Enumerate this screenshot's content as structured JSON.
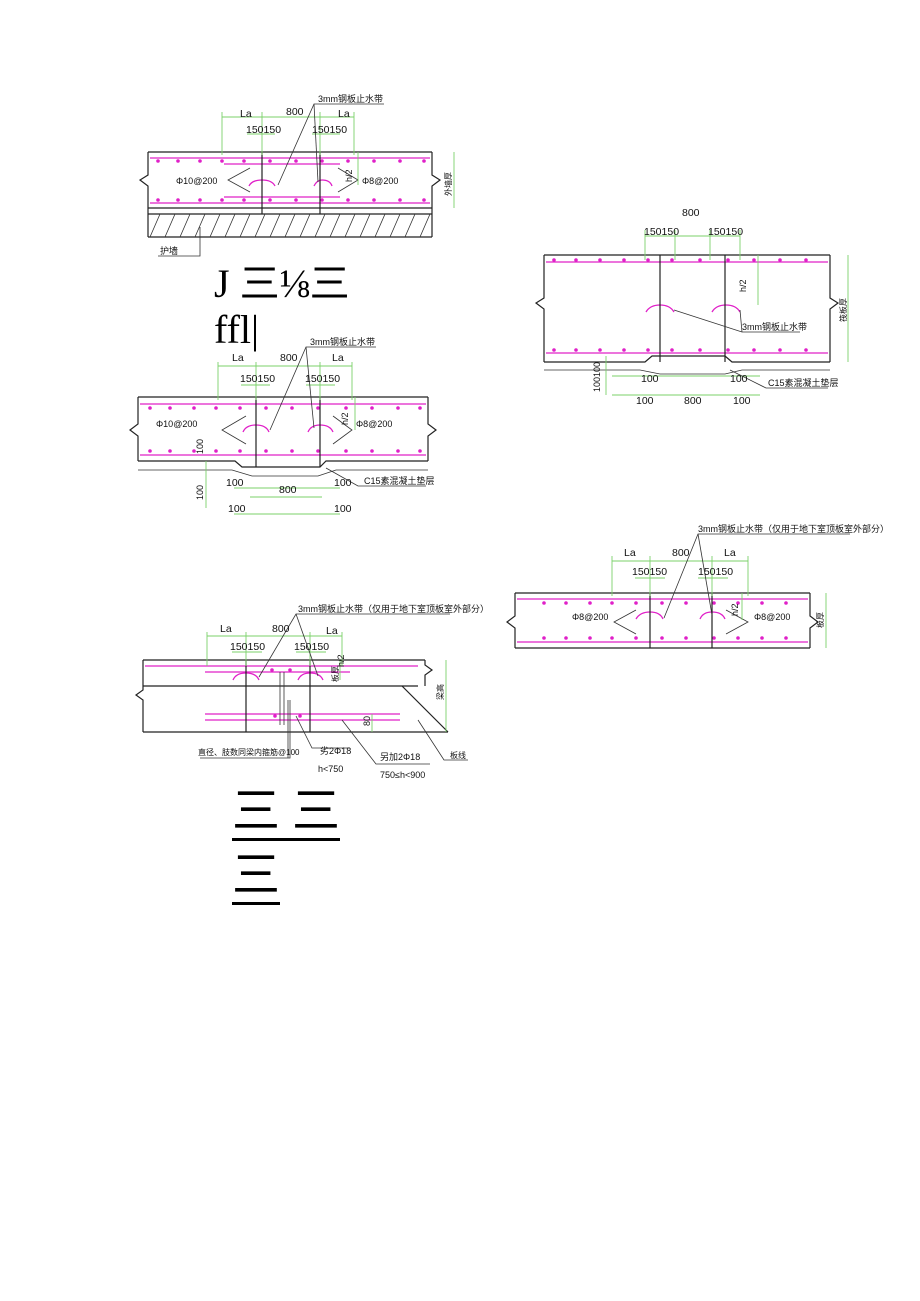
{
  "detail1": {
    "callout": "3mm钢板止水带",
    "la_left": "La",
    "span": "800",
    "la_right": "La",
    "dim_left": "150150",
    "dim_right": "150150",
    "rebar_left": "Φ10@200",
    "rebar_right": "Φ8@200",
    "half_h": "h/2",
    "side_note": "外墙厚",
    "wall_label": "护墙"
  },
  "garbled": {
    "line1": "J 三⅛三",
    "line2": "ffl|"
  },
  "detail2": {
    "top_800": "800",
    "dim_left": "150150",
    "dim_right": "150150",
    "half_h": "h/2",
    "side_note": "筏板厚",
    "callout": "3mm钢板止水带",
    "c15": "C15素混凝土垫层",
    "d100a": "100",
    "d100b": "100",
    "v_dims": "100100",
    "b100l": "100",
    "b800": "800",
    "b100r": "100"
  },
  "detail3": {
    "callout": "3mm钢板止水带",
    "la_left": "La",
    "span": "800",
    "la_right": "La",
    "dim_left": "150150",
    "dim_right": "150150",
    "rebar_left": "Φ10@200",
    "rebar_right": "Φ8@200",
    "half_h": "h/2",
    "v100a": "100",
    "v100b": "100",
    "c15": "C15素混凝土垫层",
    "d100a": "100",
    "d100b": "100",
    "b800": "800",
    "b100l": "100",
    "b100r": "100"
  },
  "detail4": {
    "callout": "3mm钢板止水带（仅用于地下室顶板室外部分）",
    "la_left": "La",
    "span": "800",
    "la_right": "La",
    "dim_left": "150150",
    "dim_right": "150150",
    "rebar_left": "Φ8@200",
    "rebar_right": "Φ8@200",
    "half_h": "h/2",
    "side_note": "板厚"
  },
  "detail5": {
    "callout": "3mm钢板止水带（仅用于地下室顶板室外部分）",
    "la_left": "La",
    "span": "800",
    "la_right": "La",
    "dim_left": "150150",
    "dim_right": "150150",
    "half_h": "h/2",
    "slab_note": "板厚",
    "beam_note": "梁高",
    "d80": "80",
    "note_stirrup": "直径、肢数同梁内箍筋@100",
    "note_2d18": "劣2Φ18",
    "note_h750": "h<750",
    "note_add": "另加2Φ18",
    "note_range": "750≤h<900",
    "note_line": "板线"
  },
  "garbled2": {
    "line1": "三 三",
    "line2": "三"
  }
}
